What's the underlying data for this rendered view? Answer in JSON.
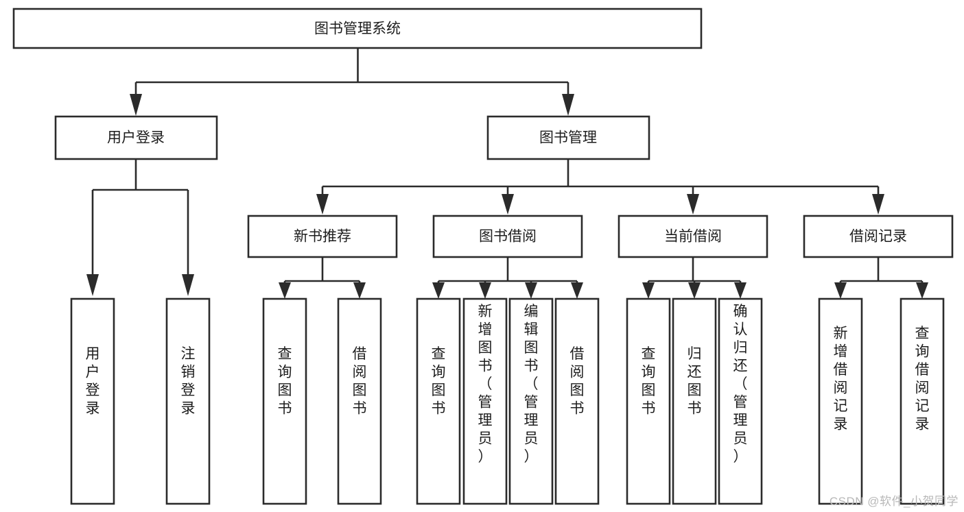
{
  "diagram": {
    "title": "图书管理系统",
    "type": "tree",
    "orientation": "top-down",
    "colors": {
      "box_fill": "#ffffff",
      "box_stroke": "#2b2b2b",
      "text": "#1d1d1d",
      "background": "#ffffff",
      "watermark": "#b8b8b8"
    },
    "root": {
      "id": "root",
      "label": "图书管理系统",
      "text_orientation": "horizontal"
    },
    "level2": [
      {
        "id": "user-login",
        "label": "用户登录",
        "text_orientation": "horizontal"
      },
      {
        "id": "book-management",
        "label": "图书管理",
        "text_orientation": "horizontal"
      }
    ],
    "level3": [
      {
        "id": "new-book-recommend",
        "label": "新书推荐",
        "parent": "book-management",
        "text_orientation": "horizontal"
      },
      {
        "id": "book-borrow",
        "label": "图书借阅",
        "parent": "book-management",
        "text_orientation": "horizontal"
      },
      {
        "id": "current-borrow",
        "label": "当前借阅",
        "parent": "book-management",
        "text_orientation": "horizontal"
      },
      {
        "id": "borrow-record",
        "label": "借阅记录",
        "parent": "book-management",
        "text_orientation": "horizontal"
      }
    ],
    "leaves": [
      {
        "id": "leaf-user-login",
        "label": "用户登录",
        "parent": "user-login",
        "text_orientation": "vertical"
      },
      {
        "id": "leaf-user-logout",
        "label": "注销登录",
        "parent": "user-login",
        "text_orientation": "vertical"
      },
      {
        "id": "leaf-query-book-1",
        "label": "查询图书",
        "parent": "new-book-recommend",
        "text_orientation": "vertical"
      },
      {
        "id": "leaf-borrow-book-1",
        "label": "借阅图书",
        "parent": "new-book-recommend",
        "text_orientation": "vertical"
      },
      {
        "id": "leaf-query-book-2",
        "label": "查询图书",
        "parent": "book-borrow",
        "text_orientation": "vertical"
      },
      {
        "id": "leaf-add-book",
        "label": "新增图书（管理员）",
        "parent": "book-borrow",
        "text_orientation": "vertical"
      },
      {
        "id": "leaf-edit-book",
        "label": "编辑图书（管理员）",
        "parent": "book-borrow",
        "text_orientation": "vertical"
      },
      {
        "id": "leaf-borrow-book-2",
        "label": "借阅图书",
        "parent": "book-borrow",
        "text_orientation": "vertical"
      },
      {
        "id": "leaf-query-book-3",
        "label": "查询图书",
        "parent": "current-borrow",
        "text_orientation": "vertical"
      },
      {
        "id": "leaf-return-book",
        "label": "归还图书",
        "parent": "current-borrow",
        "text_orientation": "vertical"
      },
      {
        "id": "leaf-confirm-return",
        "label": "确认归还（管理员）",
        "parent": "current-borrow",
        "text_orientation": "vertical"
      },
      {
        "id": "leaf-add-record",
        "label": "新增借阅记录",
        "parent": "borrow-record",
        "text_orientation": "vertical"
      },
      {
        "id": "leaf-query-record",
        "label": "查询借阅记录",
        "parent": "borrow-record",
        "text_orientation": "vertical"
      }
    ]
  },
  "watermark": {
    "text": "CSDN @软件_小贺同学"
  }
}
